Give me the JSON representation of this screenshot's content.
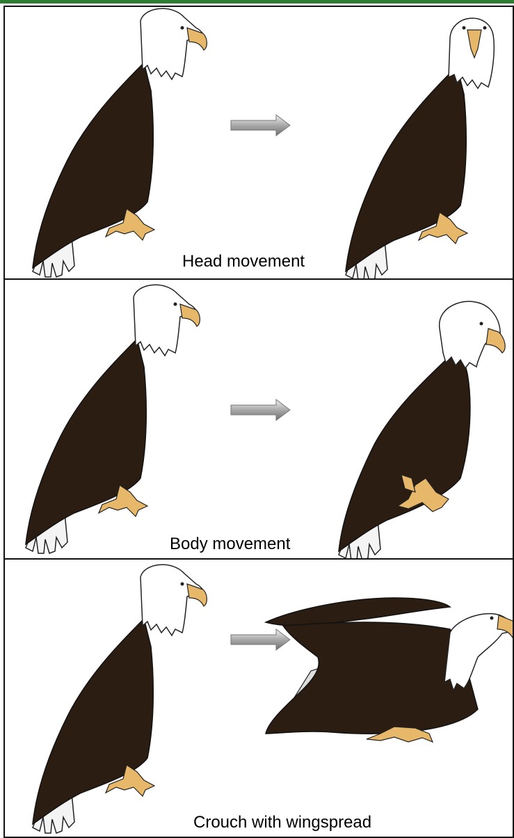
{
  "panels": [
    {
      "caption": "Head movement"
    },
    {
      "caption": "Body movement"
    },
    {
      "caption": "Crouch with wingspread"
    }
  ],
  "colors": {
    "border": "#111111",
    "top_bar": "#2e7d32",
    "eagle_body": "#2b1d12",
    "eagle_head": "#ffffff",
    "beak_feet": "#e8b86a",
    "arrow": "#b0b0b0"
  }
}
